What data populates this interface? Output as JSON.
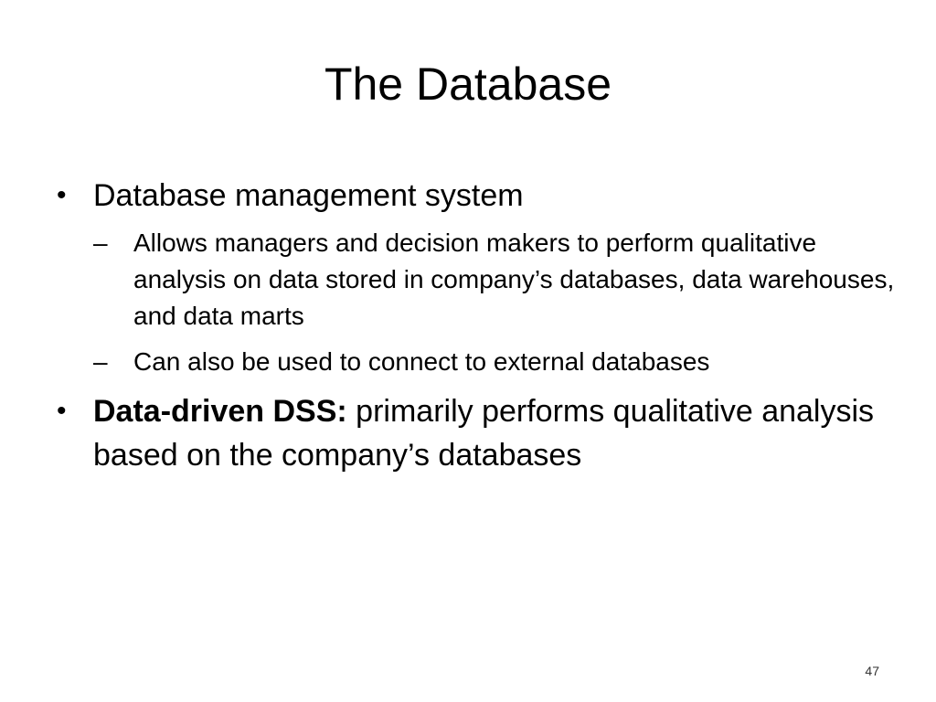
{
  "slide": {
    "title": "The Database",
    "bullets": [
      {
        "text": "Database management system",
        "subbullets": [
          "Allows managers and decision makers to perform qualitative analysis on data stored in company’s databases, data warehouses, and data marts",
          "Can also be used to connect to external databases"
        ]
      },
      {
        "bold_lead": "Data-driven DSS:",
        "text": " primarily performs qualitative analysis based on the company’s databases"
      }
    ],
    "bullet_symbol": "•",
    "dash_symbol": "–",
    "page_number": "47"
  }
}
